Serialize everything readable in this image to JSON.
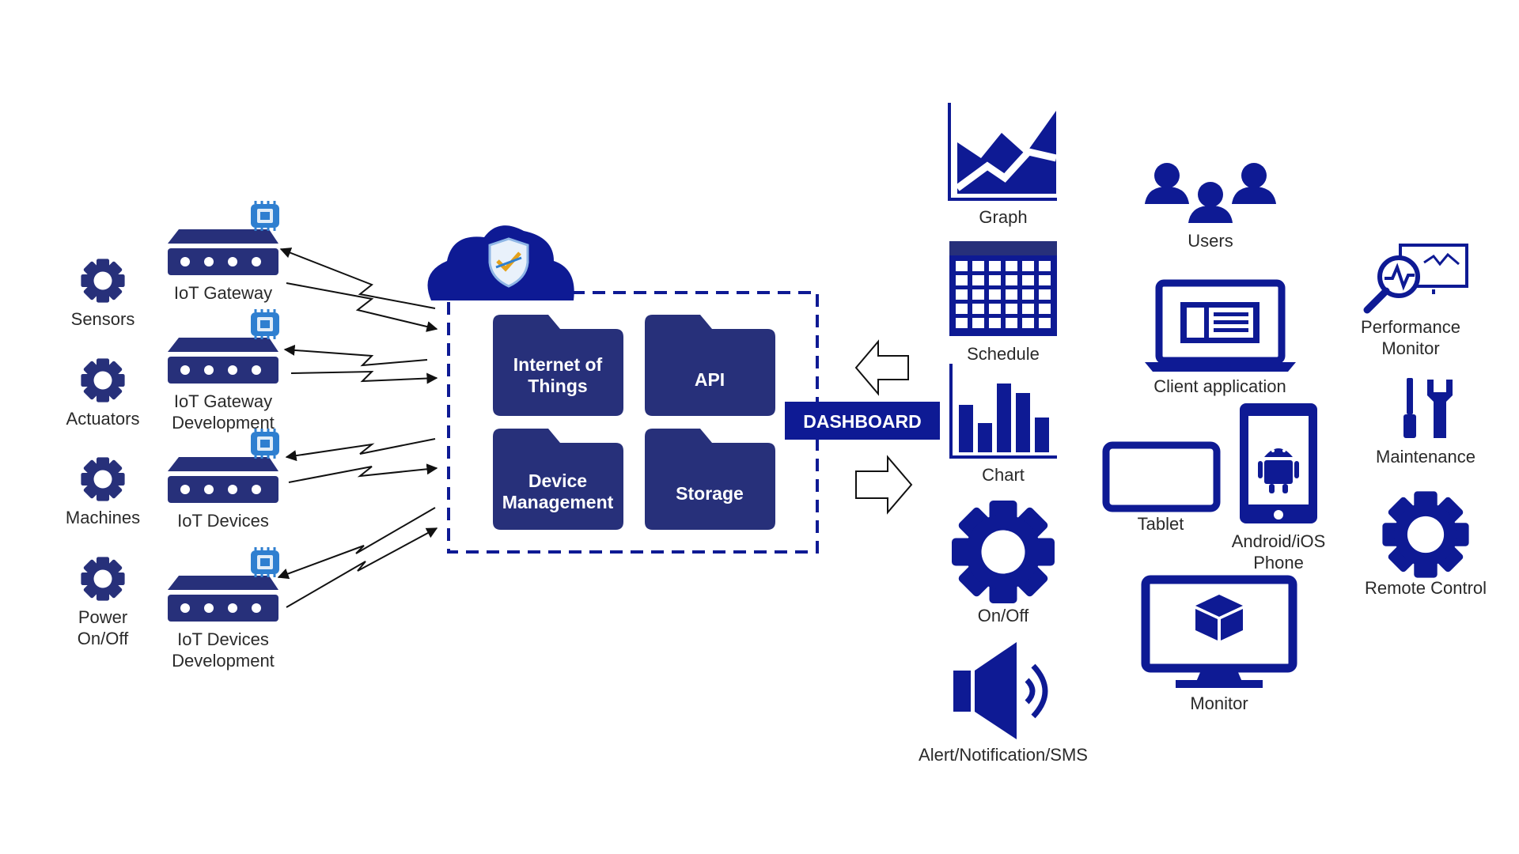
{
  "colors": {
    "navy": "#27307a",
    "royal_blue": "#0e1a94",
    "dashboard_bg": "#0e1a94",
    "chip_blue": "#2f7fd0",
    "text": "#2a2a2a",
    "background": "#ffffff"
  },
  "left_sources": [
    {
      "label_lines": [
        "Sensors"
      ],
      "icon": "gear-icon"
    },
    {
      "label_lines": [
        "Actuators"
      ],
      "icon": "gear-icon"
    },
    {
      "label_lines": [
        "Machines"
      ],
      "icon": "gear-icon"
    },
    {
      "label_lines": [
        "Power",
        "On/Off"
      ],
      "icon": "gear-icon"
    }
  ],
  "gateways": [
    {
      "label_lines": [
        "IoT Gateway"
      ],
      "icon": "router-icon"
    },
    {
      "label_lines": [
        "IoT Gateway",
        "Development"
      ],
      "icon": "router-icon"
    },
    {
      "label_lines": [
        "IoT Devices"
      ],
      "icon": "router-icon"
    },
    {
      "label_lines": [
        "IoT Devices",
        "Development"
      ],
      "icon": "router-icon"
    }
  ],
  "cloud": {
    "icon": "cloud-icon",
    "badge_icon": "shield-icon",
    "folders": [
      {
        "label_lines": [
          "Internet of",
          "Things"
        ],
        "icon": "folder-icon"
      },
      {
        "label_lines": [
          "API"
        ],
        "icon": "folder-icon"
      },
      {
        "label_lines": [
          "Device",
          "Management"
        ],
        "icon": "folder-icon"
      },
      {
        "label_lines": [
          "Storage"
        ],
        "icon": "folder-icon"
      }
    ]
  },
  "dashboard": {
    "label": "DASHBOARD"
  },
  "dashboard_features": [
    {
      "label": "Graph",
      "icon": "area-graph-icon"
    },
    {
      "label": "Schedule",
      "icon": "calendar-icon"
    },
    {
      "label": "Chart",
      "icon": "bar-chart-icon"
    },
    {
      "label": "On/Off",
      "icon": "gear-icon"
    },
    {
      "label": "Alert/Notification/SMS",
      "icon": "speaker-icon"
    }
  ],
  "clients": [
    {
      "label_lines": [
        "Users"
      ],
      "icon": "users-icon"
    },
    {
      "label_lines": [
        "Client application"
      ],
      "icon": "laptop-icon"
    },
    {
      "label_lines": [
        "Tablet"
      ],
      "icon": "tablet-icon"
    },
    {
      "label_lines": [
        "Android/iOS",
        "Phone"
      ],
      "icon": "android-phone-icon"
    },
    {
      "label_lines": [
        "Monitor"
      ],
      "icon": "monitor-icon"
    }
  ],
  "services": [
    {
      "label_lines": [
        "Performance",
        "Monitor"
      ],
      "icon": "performance-monitor-icon"
    },
    {
      "label_lines": [
        "Maintenance"
      ],
      "icon": "tools-icon"
    },
    {
      "label_lines": [
        "Remote Control"
      ],
      "icon": "gear-icon"
    }
  ]
}
